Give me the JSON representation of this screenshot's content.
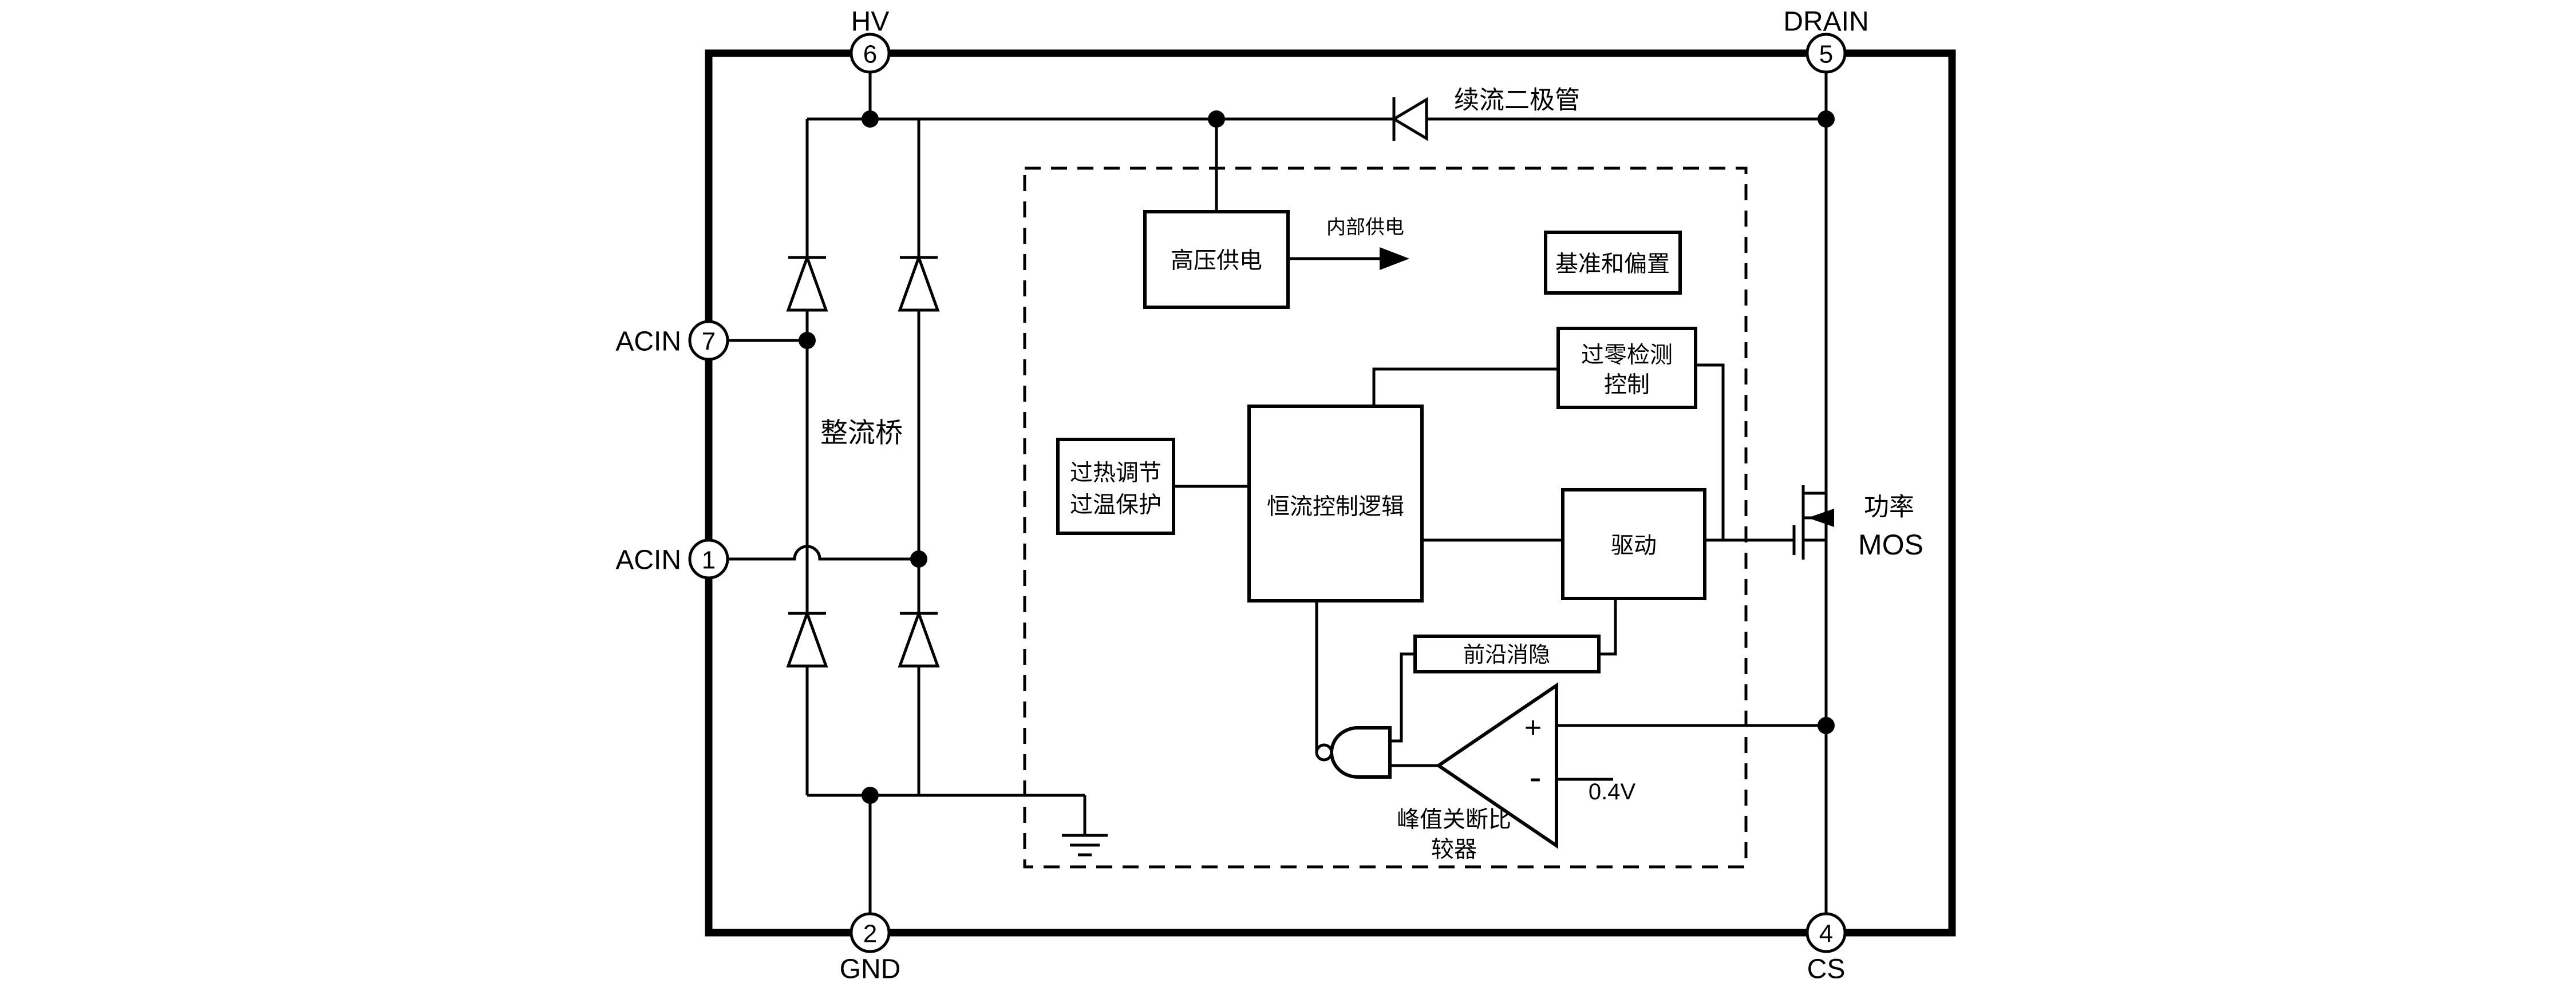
{
  "pins": {
    "hv": {
      "number": "6",
      "name": "HV"
    },
    "drain": {
      "number": "5",
      "name": "DRAIN"
    },
    "acin_top": {
      "number": "7",
      "name": "ACIN"
    },
    "acin_bot": {
      "number": "1",
      "name": "ACIN"
    },
    "gnd": {
      "number": "2",
      "name": "GND"
    },
    "cs": {
      "number": "4",
      "name": "CS"
    }
  },
  "blocks": {
    "hv_supply": "高压供电",
    "reference_bias": "基准和偏置",
    "zero_cross_line1": "过零检测",
    "zero_cross_line2": "控制",
    "thermal_line1": "过热调节",
    "thermal_line2": "过温保护",
    "cc_logic": "恒流控制逻辑",
    "driver": "驱动",
    "leading_edge_blanking": "前沿消隐"
  },
  "labels": {
    "rectifier_bridge": "整流桥",
    "freewheel_diode": "续流二极管",
    "internal_supply": "内部供电",
    "power_mos_line1": "功率",
    "power_mos_line2": "MOS",
    "comparator_line1": "峰值关断比",
    "comparator_line2": "较器",
    "vref": "0.4V",
    "plus": "+",
    "minus": "-"
  },
  "colors": {
    "line": "#000000",
    "background": "#ffffff"
  }
}
